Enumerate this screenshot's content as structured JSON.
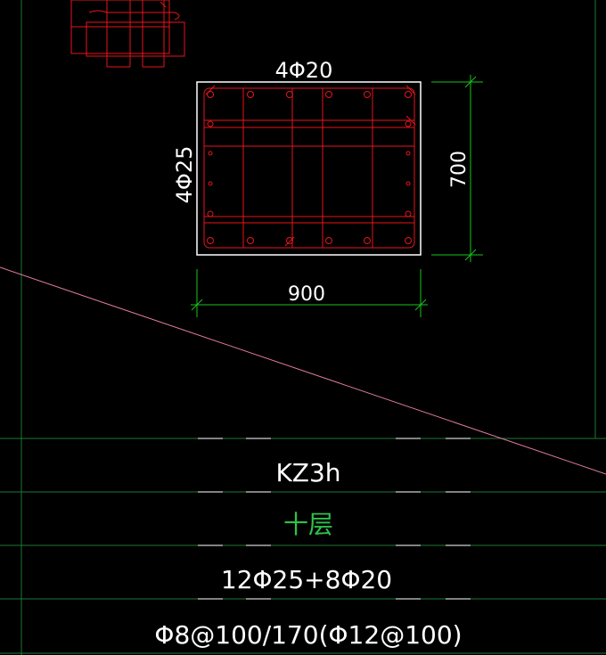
{
  "section": {
    "top_bar_label": "4Φ20",
    "side_bar_label": "4Φ25",
    "dim_height": "700",
    "dim_width": "900"
  },
  "table": {
    "column_id": "KZ3h",
    "floor": "十层",
    "longitudinal_rebar": "12Φ25+8Φ20",
    "stirrups": "Φ8@100/170(Φ12@100)"
  },
  "colors": {
    "background": "#000000",
    "rebar": "#e8141c",
    "outline": "#ffffff",
    "dimension": "#17c41d",
    "grid": "#1b7a34",
    "diagonal": "#e07aa0",
    "text": "#ffffff",
    "floor_text": "#2ec24a"
  }
}
